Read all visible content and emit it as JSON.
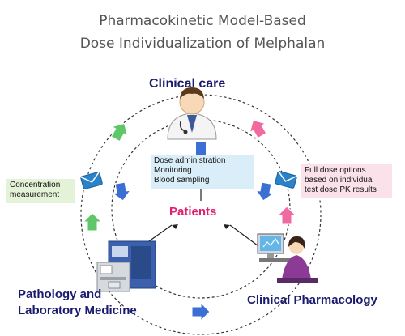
{
  "title": {
    "line1": "Pharmacokinetic Model-Based",
    "line2": "Dose Individualization of Melphalan"
  },
  "nodes": {
    "clinical_care": "Clinical care",
    "pathology_line1": "Pathology and",
    "pathology_line2": "Laboratory Medicine",
    "clinical_pharmacology": "Clinical Pharmacology",
    "patients": "Patients"
  },
  "notes": {
    "care_actions": [
      "Dose administration",
      "Monitoring",
      "Blood sampling"
    ],
    "concentration": [
      "Concentration",
      "measurement"
    ],
    "dose_options": [
      "Full dose options",
      "based on individual",
      "test dose PK results"
    ]
  },
  "colors": {
    "title": "#555555",
    "node_label": "#1a1a6e",
    "patients": "#e0206e",
    "blue_arrow": "#3b6fd4",
    "green_arrow": "#5fc76a",
    "pink_arrow": "#f06aa0",
    "envelope": "#2a82c8",
    "note_blue_bg": "#d9eef8",
    "note_green_bg": "#e4f2d8",
    "note_pink_bg": "#fbe1ea"
  },
  "icons": [
    "doctor-icon",
    "lab-analyzer-icon",
    "pharmacologist-at-computer-icon",
    "envelope-icon",
    "arrow-icon"
  ]
}
